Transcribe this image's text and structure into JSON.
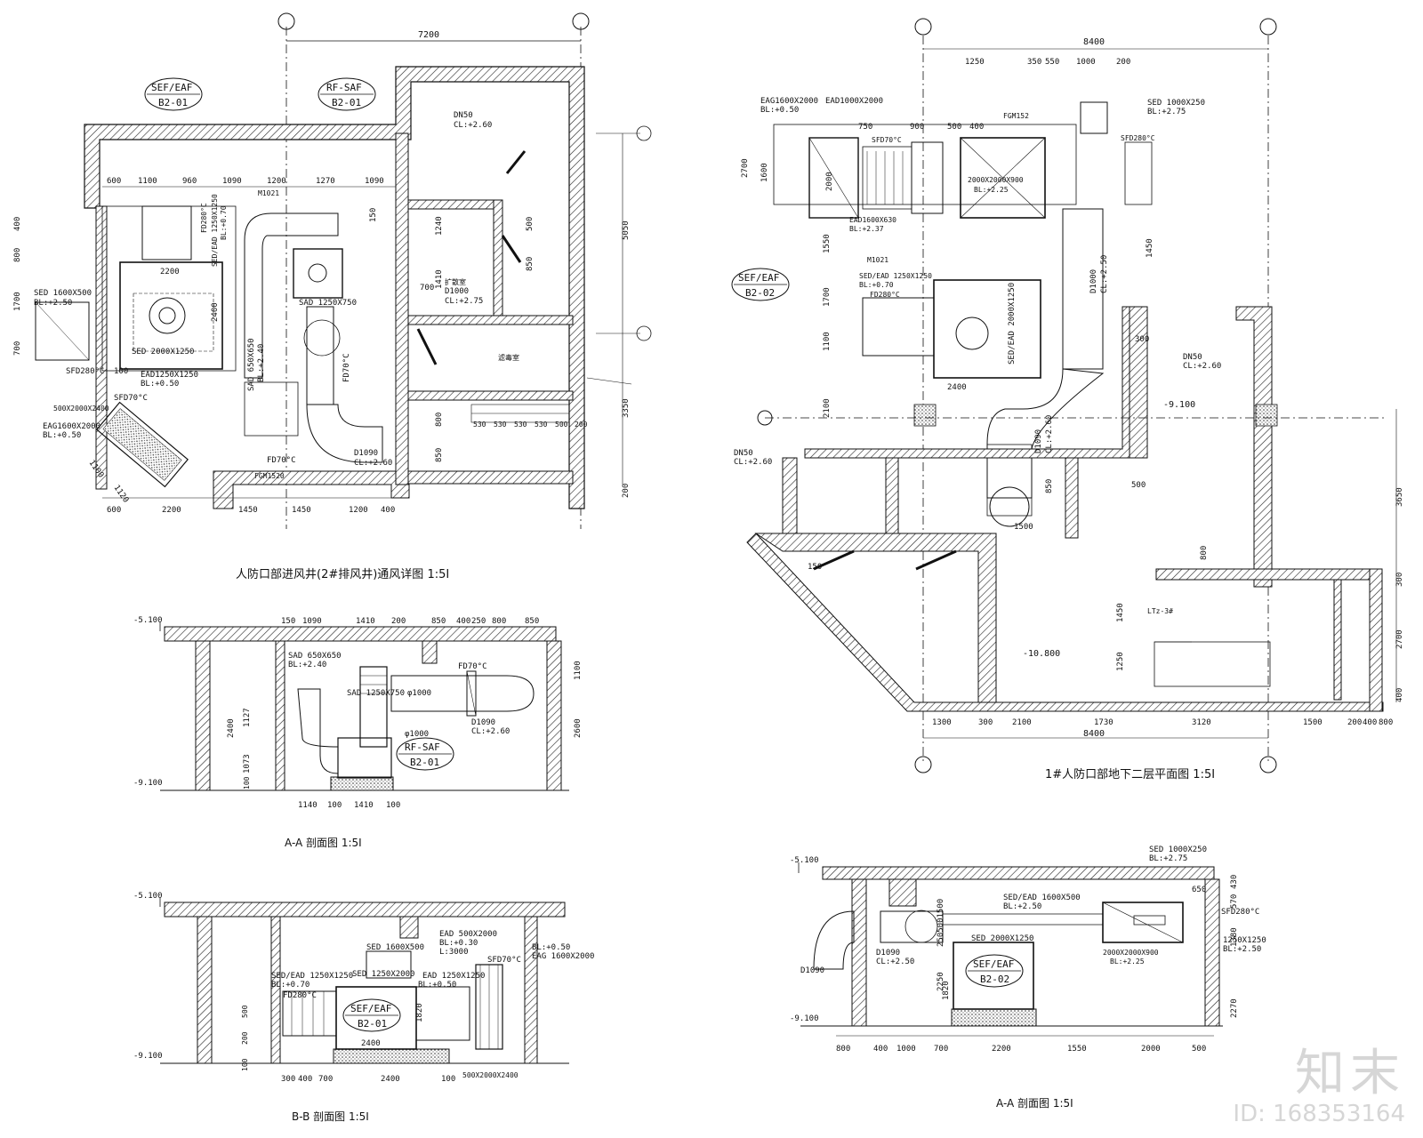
{
  "plan_left": {
    "title": "人防口部进风井(2#排风井)通风详图 1:5I",
    "overall_dim": "7200",
    "right_dim_top": "5050",
    "right_dim_bottom": "3350",
    "right_dim_small": "200",
    "unit_tags": [
      {
        "line1": "SEF/EAF",
        "line2": "B2-01"
      },
      {
        "line1": "RF-SAF",
        "line2": "B2-01"
      }
    ],
    "top_dims": [
      "600",
      "1100",
      "960",
      "1090",
      "1200",
      "1270",
      "1090"
    ],
    "bottom_dims": [
      "600",
      "2200",
      "1450",
      "1450",
      "1200",
      "400"
    ],
    "labels": {
      "dn50": "DN50",
      "cl260": "CL:+2.60",
      "sed_1600": "SED 1600X500",
      "bl_250": "BL:+2.50",
      "sed_2000": "SED 2000X1250",
      "ead_1250": "EAD1250X1250",
      "bl_050": "BL:+0.50",
      "sfd280": "SFD280°C",
      "sfd70": "SFD70°C",
      "fan_size": "500X2000X2400",
      "eag_1600": "EAG1600X2000",
      "sad_1250": "SAD 1250X750",
      "sad_650": "SAD 650X650",
      "bl_240": "BL:+2.40",
      "d1090": "D1090",
      "fd70": "FD70°C",
      "bl_275": "CL:+2.75",
      "d1000": "D1000",
      "m1021": "M1021",
      "fgm": "FGM1520",
      "fd280": "FD280°C",
      "sed_ead": "SED/EAD 1250X1250",
      "bl_070": "BL:+0.70",
      "mix_room": "滤毒室",
      "room_b": "扩散室",
      "dims_bottom_row": [
        "530",
        "530",
        "530",
        "530",
        "500",
        "200"
      ],
      "d2200": "2200",
      "d2400": "2400",
      "d1100": "1100",
      "d1120": "1120",
      "d100": "100",
      "d1240": "1240",
      "d1410": "1410",
      "d500": "500",
      "d850": "850",
      "d800": "800",
      "d700": "700",
      "d1700": "1700",
      "d400": "400",
      "d150": "150"
    }
  },
  "plan_right": {
    "title": "1#人防口部地下二层平面图 1:5I",
    "overall_dim_top": "8400",
    "overall_dim_bottom": "8400",
    "unit_tag": {
      "line1": "SEF/EAF",
      "line2": "B2-02"
    },
    "top_dims": [
      "1250",
      "350",
      "550",
      "1000",
      "200"
    ],
    "row2_dims": [
      "750",
      "900",
      "500",
      "400"
    ],
    "bottom_dims": [
      "1300",
      "300",
      "2100",
      "1730",
      "3120",
      "1500",
      "200",
      "400",
      "800"
    ],
    "right_dims": [
      "3650",
      "300",
      "2700",
      "400"
    ],
    "labels": {
      "eag": "EAG1600X2000",
      "bl_050": "BL:+0.50",
      "ead1000": "EAD1000X2000",
      "sed1000": "SED 1000X250",
      "bl_275": "BL:+2.75",
      "fgm": "FGM152",
      "sfd70": "SFD70°C",
      "sfd280": "SFD280°C",
      "fan": "2000X2000X900",
      "fan_bl": "BL:+2.25",
      "ead1600": "EAD1600X630",
      "bl_237": "BL:+2.37",
      "m1021": "M1021",
      "sed_ead": "SED/EAD 1250X1250",
      "bl_070": "BL:+0.70",
      "fd280": "FD280°C",
      "sed2000": "SED/EAD  2000X1250",
      "d1000": "D1000",
      "cl250": "CL:+2.50",
      "d1090": "D1090",
      "cl260": "CL:+2.60",
      "dn50": "DN50",
      "cl_260b": "CL:+2.60",
      "lvl_9100": "-9.100",
      "lvl_10800": "-10.800",
      "ltz": "LTz-3#",
      "d2400": "2400",
      "d2000": "2000",
      "d2700": "2700",
      "d1600": "1600",
      "d1550": "1550",
      "d1700": "1700",
      "d1100": "1100",
      "d2100": "2100",
      "d1450": "1450",
      "d1250": "1250",
      "d1500": "1500",
      "d850": "850",
      "d800": "800",
      "d300": "300",
      "d500": "500",
      "d150": "150"
    }
  },
  "section_aa_left": {
    "title": "A-A  剖面图  1:5I",
    "level_top": "-5.100",
    "level_bottom": "-9.100",
    "top_dims": [
      "150",
      "1090",
      "1410",
      "200",
      "850",
      "400",
      "250",
      "800",
      "850"
    ],
    "bottom_dims": [
      "1140",
      "100",
      "1410",
      "100"
    ],
    "tag": {
      "line1": "RF-SAF",
      "line2": "B2-01"
    },
    "labels": {
      "sad650": "SAD 650X650",
      "bl240": "BL:+2.40",
      "sad1250": "SAD 1250X750",
      "d1000": "φ1000",
      "fd70": "FD70°C",
      "d1090": "D1090",
      "cl260": "CL:+2.60",
      "d1000b": "φ1000",
      "d2400": "2400",
      "d2600": "2600",
      "d1100": "1100",
      "d1127": "1127",
      "d1073": "1073",
      "d100": "100",
      "d200": "200"
    }
  },
  "section_bb": {
    "title": "B-B  剖面图  1:5I",
    "level_top": "-5.100",
    "level_bottom": "-9.100",
    "bottom_dims": [
      "300",
      "400",
      "700",
      "2400",
      "100",
      "100"
    ],
    "tag": {
      "line1": "SEF/EAF",
      "line2": "B2-01"
    },
    "labels": {
      "sed1600": "SED 1600X500",
      "ead500": "EAD 500X2000",
      "bl030": "BL:+0.30",
      "l3000": "L:3000",
      "ead1250": "EAD 1250X1250",
      "sed_ead": "SED/EAD 1250X1250",
      "bl070": "BL:+0.70",
      "fd280": "FD280°C",
      "sed1250": "SED 1250X2000",
      "bl050": "BL:+0.50",
      "sfd70": "SFD70°C",
      "bl_050b": "BL:+0.50",
      "eag": "EAG 1600X2000",
      "fan": "500X2000X2400",
      "d1820": "1820",
      "d2400": "2400",
      "d500": "500",
      "d200": "200",
      "d100": "100"
    }
  },
  "section_aa_right": {
    "title": "A-A  剖面图  1:5I",
    "level_top": "-5.100",
    "level_bottom": "-9.100",
    "bottom_dims": [
      "800",
      "400",
      "1000",
      "700",
      "2200",
      "1550",
      "2000",
      "500"
    ],
    "right_dims": [
      "2270",
      "1380",
      "570",
      "430"
    ],
    "tag": {
      "line1": "SEF/EAF",
      "line2": "B2-02"
    },
    "labels": {
      "sed1000": "SED 1000X250",
      "bl275": "BL:+2.75",
      "sed_ead": "SED/EAD 1600X500",
      "bl250": "BL:+2.50",
      "sfd280": "SFD280°C",
      "d650": "650",
      "sed2000": "SED 2000X1250",
      "fan": "2000X2000X900",
      "fan_bl": "BL:+2.25",
      "x1250": "1250X1250",
      "bl250b": "BL:+2.50",
      "d1090": "D1090",
      "cl260": "CL:+2.50",
      "d1820": "1820",
      "d2250": "2250",
      "d2505": "2505001500"
    }
  },
  "watermark": {
    "logo": "知末",
    "id": "ID: 168353164"
  }
}
